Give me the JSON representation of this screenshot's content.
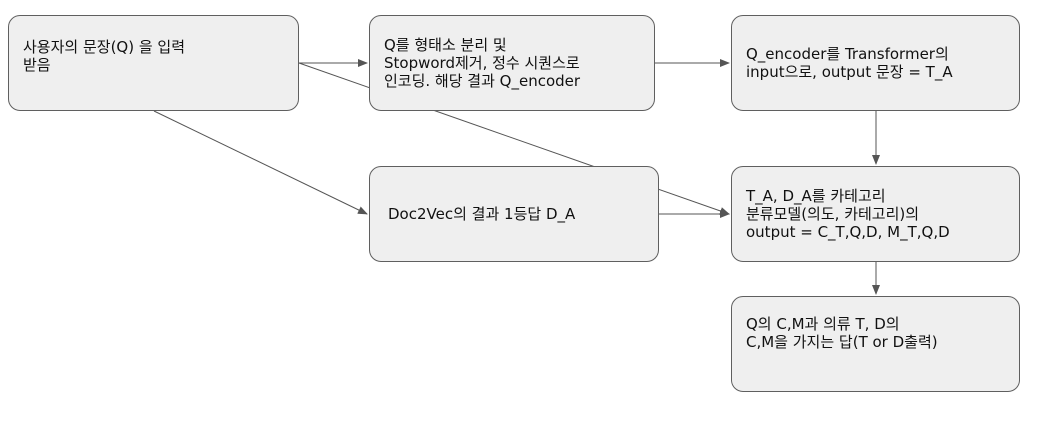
{
  "diagram": {
    "nodes": {
      "input": "사용자의 문장(Q) 을 입력\n받음",
      "morph": "Q를 형태소 분리 및\nStopword제거, 정수 시퀀스로\n인코딩. 해당 결과 Q_encoder",
      "transformer": "Q_encoder를 Transformer의\ninput으로, output 문장 = T_A",
      "doc2vec": "Doc2Vec의 결과 1등답 D_A",
      "classifier": "T_A, D_A를 카테고리\n분류모델(의도, 카테고리)의\noutput = C_T,Q,D, M_T,Q,D",
      "answer": "Q의 C,M과 의류 T, D의\nC,M을 가지는 답(T or D출력)"
    },
    "edges": [
      {
        "from": "input",
        "to": "morph"
      },
      {
        "from": "input",
        "to": "doc2vec"
      },
      {
        "from": "input",
        "to": "classifier"
      },
      {
        "from": "morph",
        "to": "transformer"
      },
      {
        "from": "transformer",
        "to": "classifier"
      },
      {
        "from": "doc2vec",
        "to": "classifier"
      },
      {
        "from": "classifier",
        "to": "answer"
      }
    ],
    "colors": {
      "node_fill": "#efefef",
      "node_border": "#5f5f5f",
      "edge": "#555555"
    }
  }
}
